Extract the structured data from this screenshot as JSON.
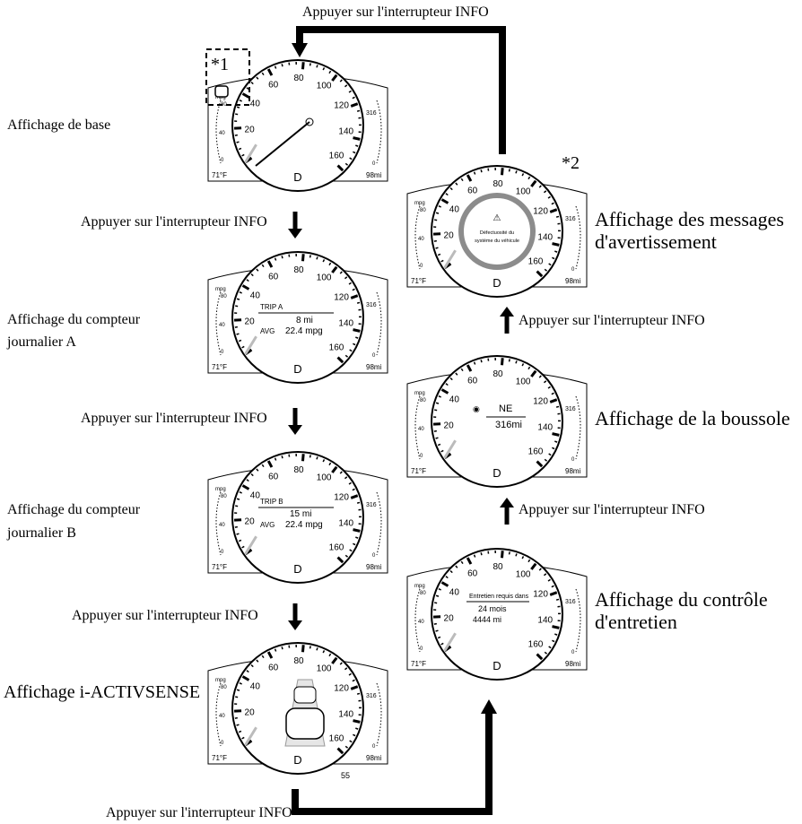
{
  "top_label": "Appuyer sur l'interrupteur INFO",
  "bottom_label": "Appuyer sur l'interrupteur INFO",
  "left_labels": [
    "Appuyer sur l'interrupteur INFO",
    "Appuyer sur l'interrupteur INFO",
    "Appuyer sur l'interrupteur INFO"
  ],
  "right_labels": [
    "Appuyer sur l'interrupteur INFO",
    "Appuyer sur l'interrupteur INFO"
  ],
  "note1": "*1",
  "note2": "*2",
  "screens": {
    "base": {
      "caption": "Affichage de base"
    },
    "tripA": {
      "caption_l1": "Affichage du compteur",
      "caption_l2": "journalier A",
      "header": "TRIP A",
      "dist": "8",
      "dist_unit": "mi",
      "avg_label": "AVG",
      "avg": "22.4",
      "avg_unit": "mpg"
    },
    "tripB": {
      "caption_l1": "Affichage du compteur",
      "caption_l2": "journalier B",
      "header": "TRIP B",
      "dist": "15",
      "dist_unit": "mi",
      "avg_label": "AVG",
      "avg": "22.4",
      "avg_unit": "mpg"
    },
    "activ": {
      "caption": "Affichage i-ACTIVSENSE",
      "speed_limit": "55"
    },
    "warning": {
      "caption_l1": "Affichage des messages",
      "caption_l2": "d'avertissement",
      "msg_l1": "Défectuosité du",
      "msg_l2": "système du véhicule"
    },
    "compass": {
      "caption": "Affichage de la boussole",
      "heading": "NE",
      "range": "316",
      "range_unit": "mi"
    },
    "maint": {
      "caption_l1": "Affichage du contrôle",
      "caption_l2": "d'entretien",
      "header": "Entretien requis dans",
      "months": "24",
      "months_unit": "mois",
      "miles": "4444",
      "miles_unit": "mi"
    }
  },
  "gauge": {
    "speed_ticks": [
      "20",
      "40",
      "60",
      "80",
      "100",
      "120",
      "140",
      "160"
    ],
    "gear": "D",
    "mpg_label": "mpg",
    "mpg_ticks": [
      "80",
      "40",
      "0"
    ],
    "temp": "71",
    "temp_unit": "°F",
    "fuel_range": "316",
    "fuel_range_unit": "mi",
    "odometer": "98",
    "odometer_unit": "mi",
    "fuel_zero": "0"
  },
  "colors": {
    "line": "#000000",
    "ring": "#8c8c8c",
    "bg": "#ffffff"
  }
}
